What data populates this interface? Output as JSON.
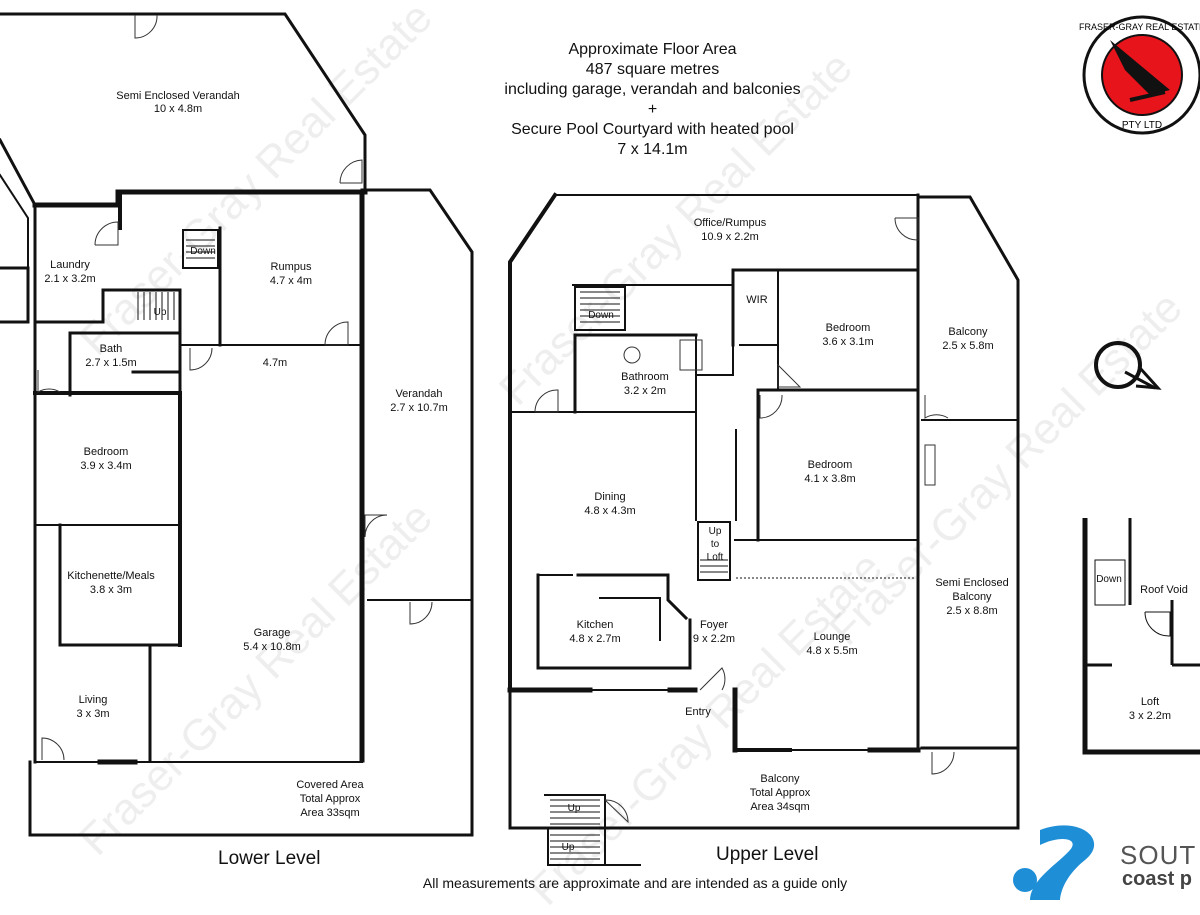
{
  "header": {
    "line1": "Approximate Floor Area",
    "line2": "487 square metres",
    "line3": "including garage, verandah and balconies",
    "line4": "+",
    "line5": "Secure Pool Courtyard with heated pool",
    "line6": "7 x 14.1m"
  },
  "levels": {
    "lower": "Lower Level",
    "upper": "Upper Level"
  },
  "footer": "All measurements are approximate and are intended as a guide only",
  "watermark": "Fraser-Gray Real Estate",
  "logo": {
    "ring_top": "FRASER-GRAY REAL ESTATE",
    "ring_bottom": "PTY LTD"
  },
  "agency": {
    "line1": "SOUT",
    "line2": "coast p"
  },
  "lower_rooms": {
    "semi_enclosed_verandah": {
      "name": "Semi Enclosed Verandah",
      "dim": "10 x 4.8m"
    },
    "laundry": {
      "name": "Laundry",
      "dim": "2.1 x 3.2m"
    },
    "rumpus": {
      "name": "Rumpus",
      "dim": "4.7 x 4m"
    },
    "bath": {
      "name": "Bath",
      "dim": "2.7 x 1.5m"
    },
    "bedroom": {
      "name": "Bedroom",
      "dim": "3.9 x 3.4m"
    },
    "kitchenette": {
      "name": "Kitchenette/Meals",
      "dim": "3.8 x 3m"
    },
    "living": {
      "name": "Living",
      "dim": "3 x 3m"
    },
    "garage": {
      "name": "Garage",
      "dim": "5.4 x 10.8m"
    },
    "garage_width": "4.7m",
    "verandah": {
      "name": "Verandah",
      "dim": "2.7 x 10.7m"
    },
    "covered": {
      "line1": "Covered Area",
      "line2": "Total Approx",
      "line3": "Area 33sqm"
    },
    "down": "Down",
    "up": "Up"
  },
  "upper_rooms": {
    "office": {
      "name": "Office/Rumpus",
      "dim": "10.9 x 2.2m"
    },
    "wir": "WIR",
    "bedroom1": {
      "name": "Bedroom",
      "dim": "3.6 x 3.1m"
    },
    "balcony1": {
      "name": "Balcony",
      "dim": "2.5 x 5.8m"
    },
    "bathroom": {
      "name": "Bathroom",
      "dim": "3.2 x 2m"
    },
    "bedroom2": {
      "name": "Bedroom",
      "dim": "4.1 x 3.8m"
    },
    "dining": {
      "name": "Dining",
      "dim": "4.8 x 4.3m"
    },
    "loft_stair": {
      "line1": "Up",
      "line2": "to",
      "line3": "Loft"
    },
    "semi_balcony": {
      "line1": "Semi Enclosed",
      "line2": "Balcony",
      "dim": "2.5 x 8.8m"
    },
    "kitchen": {
      "name": "Kitchen",
      "dim": "4.8 x 2.7m"
    },
    "foyer": {
      "name": "Foyer",
      "dim": "9 x 2.2m"
    },
    "lounge": {
      "name": "Lounge",
      "dim": "4.8 x 5.5m"
    },
    "entry": "Entry",
    "balcony2": {
      "line1": "Balcony",
      "line2": "Total Approx",
      "line3": "Area 34sqm"
    },
    "down": "Down",
    "up1": "Up",
    "up2": "Up"
  },
  "loft_rooms": {
    "down": "Down",
    "roof_void": "Roof Void",
    "loft": {
      "name": "Loft",
      "dim": "3 x 2.2m"
    }
  },
  "colors": {
    "wall": "#111111",
    "logo_red": "#e8141b",
    "agency_blue": "#1e8fd6"
  }
}
